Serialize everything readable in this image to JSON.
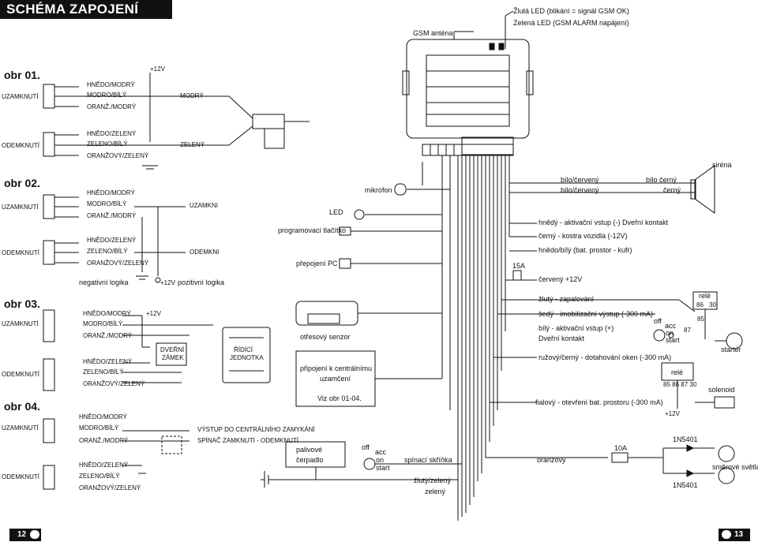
{
  "header": {
    "title": "SCHÉMA ZAPOJENÍ GSM"
  },
  "gsm": {
    "antenna": "GSM anténa",
    "led_yellow": "Žlutá LED (blikání = signál GSM OK)",
    "led_green": "Zelená LED (GSM ALARM napájení)"
  },
  "obr01": {
    "label": "obr 01.",
    "plus12": "+12V",
    "uzamknuti": "UZAMKNUTÍ",
    "odemknuti": "ODEMKNUTÍ",
    "wires_lock": [
      "HNĚDO/MODRÝ",
      "MODRO/BÍLÝ",
      "ORANŽ./MODRÝ"
    ],
    "wires_unlock": [
      "HNĚDO/ZELENÝ",
      "ZELENO/BÍLÝ",
      "ORANŽOVÝ/ZELENÝ"
    ],
    "out_lock": "MODRÝ",
    "out_unlock": "ZELENÝ"
  },
  "obr02": {
    "label": "obr 02.",
    "uzamknuti": "UZAMKNUTÍ",
    "odemknuti": "ODEMKNUTÍ",
    "wires_lock": [
      "HNĚDO/MODRÝ",
      "MODRO/BÍLÝ",
      "ORANŽ./MODRÝ"
    ],
    "wires_unlock": [
      "HNĚDO/ZELENÝ",
      "ZELENO/BÍLÝ",
      "ORANŽOVÝ/ZELENÝ"
    ],
    "out_lock": "UZAMKNI",
    "out_unlock": "ODEMKNI",
    "negative": "negativní logika",
    "plus12": "+12V",
    "positive": "pozitivní logika"
  },
  "obr03": {
    "label": "obr 03.",
    "plus12": "+12V",
    "uzamknuti": "UZAMKNUTÍ",
    "odemknuti": "ODEMKNUTÍ",
    "wires_lock": [
      "HNĚDO/MODRÝ",
      "MODRO/BÍLÝ",
      "ORANŽ./MODRÝ"
    ],
    "wires_unlock": [
      "HNĚDO/ZELENÝ",
      "ZELENO/BÍLÝ",
      "ORANŽOVÝ/ZELENÝ"
    ],
    "door_lock": [
      "DVEŘNÍ",
      "ZÁMEK"
    ],
    "control_unit": [
      "ŘÍDÍCÍ",
      "JEDNOTKA"
    ]
  },
  "obr04": {
    "label": "obr 04.",
    "uzamknuti": "UZAMKNUTÍ",
    "odemknuti": "ODEMKNUTÍ",
    "wires_lock": [
      "HNĚDO/MODRÝ",
      "MODRO/BÍLÝ",
      "ORANŽ./MODRÝ"
    ],
    "wires_unlock": [
      "HNĚDO/ZELENÝ",
      "ZELENO/BÍLÝ",
      "ORANŽOVÝ/ZELENÝ"
    ],
    "output_central": "VÝSTUP DO CENTRÁLNÍHO ZAMYKÁNÍ",
    "switch_lock": "SPÍNAČ ZAMKNUTÍ - ODEMKNUTÍ"
  },
  "middle": {
    "microphone": "mikrofon",
    "led": "LED",
    "button": "programovací tlačítko",
    "pc": "přepojení PC",
    "shock_sensor": "otřesový senzor",
    "central_lock": [
      "připojení k centrálnímu",
      "uzamčení"
    ],
    "see_fig": "Viz obr 01-04.",
    "fuel_pump": [
      "palivové",
      "čerpadlo"
    ],
    "ignition": [
      "off",
      "acc",
      "on",
      "start"
    ],
    "ignition_switch": "spínací skříňka",
    "wire_yellow_green": "žlutý/zelený",
    "wire_green": "zelený"
  },
  "right": {
    "siren": "siréna",
    "white_red": "bílo/červený",
    "white_black": "bílo černý",
    "black": "černý",
    "brown_input": "hnědý - aktivační vstup (-)  Dveřní kontakt",
    "black_ground": "černý - kostra vozidla (-12V)",
    "brown_white": "hnědo/bílý (bat. prostor - kufr)",
    "fuse15": "15A",
    "red12": "červený  +12V",
    "yellow_power": "žlutý - zapalování",
    "grey_immob": "šedý - imobilizační výstup (-300 mA)",
    "white_input": "bílý - aktivační vstup (+)",
    "door_contact": "Dveřní kontakt",
    "pink_black": "ružový/černý - dotahování oken (-300 mA)",
    "violet": "fialový - otevření bat. prostoru (-300 mA)",
    "orange": "oranžový",
    "fuse10": "10A",
    "relay": "relé",
    "relay_pins_a": [
      "86",
      "30"
    ],
    "relay_pin_87": "87",
    "relay_pin_85": "85",
    "relay_pins_b": "85  86  87  30",
    "starter": "startér",
    "solenoid": "solenoid",
    "plus12": "+12V",
    "diode": "1N5401",
    "indicators": "směrové světla"
  },
  "footer": {
    "page_left": "12",
    "page_right": "13"
  }
}
